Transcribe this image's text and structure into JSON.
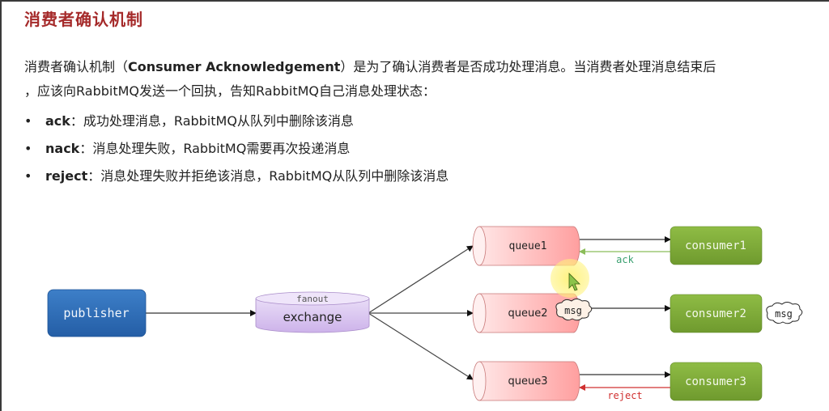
{
  "slide": {
    "title": "消费者确认机制",
    "intro": {
      "prefix": "消费者确认机制（",
      "term": "Consumer Acknowledgement",
      "suffix_line1": "）是为了确认消费者是否成功处理消息。当消费者处理消息结束后",
      "line2": "，应该向RabbitMQ发送一个回执，告知RabbitMQ自己消息处理状态："
    },
    "bullets": [
      {
        "marker": "•",
        "keyword": "ack",
        "text": "：成功处理消息，RabbitMQ从队列中删除该消息"
      },
      {
        "marker": "•",
        "keyword": "nack",
        "text": "：消息处理失败，RabbitMQ需要再次投递消息"
      },
      {
        "marker": "•",
        "keyword": "reject",
        "text": "：消息处理失败并拒绝该消息，RabbitMQ从队列中删除该消息"
      }
    ]
  },
  "diagram": {
    "publisher": "publisher",
    "exchange": {
      "label": "exchange",
      "type": "fanout"
    },
    "queues": [
      "queue1",
      "queue2",
      "queue3"
    ],
    "consumers": [
      "consumer1",
      "consumer2",
      "consumer3"
    ],
    "edge_labels": {
      "ack": "ack",
      "reject": "reject"
    },
    "message_label": "msg",
    "colors": {
      "title": "#a52a2a",
      "publisher": "#2f6db5",
      "exchange": "#dccbf0",
      "queue": "#fcb3b3",
      "consumer": "#7faa36",
      "ack_line": "#8bbd5a",
      "ack_text": "#3aa070",
      "reject": "#d03030"
    }
  }
}
